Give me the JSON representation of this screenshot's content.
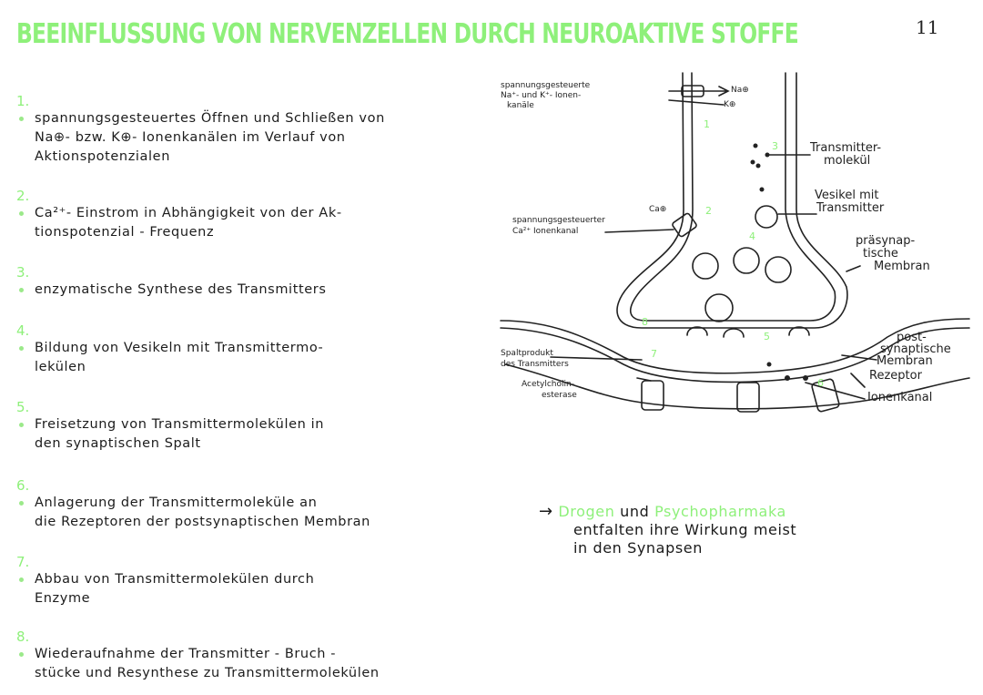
{
  "title": "BEEINFLUSSUNG VON NERVENZELLEN DURCH NEUROAKTIVE STOFFE",
  "page_number": "11",
  "steps": [
    {
      "num": "1.",
      "lines": [
        "spannungsgesteuertes Öffnen und Schließen von",
        "Na⊕- bzw. K⊕- Ionenkanälen im Verlauf von",
        "Aktionspotenzialen"
      ]
    },
    {
      "num": "2.",
      "lines": [
        "Ca²⁺- Einstrom in Abhängigkeit von der Ak-",
        "tionspotenzial - Frequenz"
      ]
    },
    {
      "num": "3.",
      "lines": [
        "enzymatische Synthese des Transmitters"
      ]
    },
    {
      "num": "4.",
      "lines": [
        "Bildung von Vesikeln mit Transmittermo-",
        "lekülen"
      ]
    },
    {
      "num": "5.",
      "lines": [
        "Freisetzung von Transmittermolekülen in",
        "den synaptischen Spalt"
      ]
    },
    {
      "num": "6.",
      "lines": [
        "Anlagerung der Transmittermoleküle an",
        "die Rezeptoren der postsynaptischen Membran"
      ]
    },
    {
      "num": "7.",
      "lines": [
        "Abbau von Transmittermolekülen durch",
        "Enzyme"
      ]
    },
    {
      "num": "8.",
      "lines": [
        "Wiederaufnahme der Transmitter - Bruch -",
        "stücke und Resynthese zu Transmittermolekülen"
      ]
    }
  ],
  "diagram": {
    "labels": {
      "channel_top_1": "spannungsgesteuerte",
      "channel_top_2": "Na⁺- und K⁺- Ionen-",
      "channel_top_3": "kanäle",
      "na": "Na⊕",
      "k": "K⊕",
      "ca_channel_1": "spannungsgesteuerter",
      "ca_channel_2": "Ca²⁺ Ionenkanal",
      "ca": "Ca⊕",
      "transmitter_1": "Transmitter-",
      "transmitter_2": "molekül",
      "vesikel_1": "Vesikel mit",
      "vesikel_2": "Transmitter",
      "praesyn_1": "präsynap-",
      "praesyn_2": "tische",
      "praesyn_3": "Membran",
      "spalt_1": "Spaltprodukt",
      "spalt_2": "des Transmitters",
      "acetyl_1": "Acetylcholin-",
      "acetyl_2": "esterase",
      "postsyn_1": "post-",
      "postsyn_2": "synaptische",
      "postsyn_3": "Membran",
      "rezeptor": "Rezeptor",
      "ionenkanal": "Ionenkanal"
    },
    "numbers": [
      "1",
      "2",
      "3",
      "4",
      "5",
      "6",
      "7",
      "8"
    ]
  },
  "note": {
    "arrow": "→",
    "word1": "Drogen",
    "word2": "und",
    "word3": "Psychopharmaka",
    "line2": "entfalten ihre Wirkung meist",
    "line3": "in den Synapsen"
  },
  "colors": {
    "accent": "#8ef07a",
    "ink": "#1c1c1c"
  }
}
